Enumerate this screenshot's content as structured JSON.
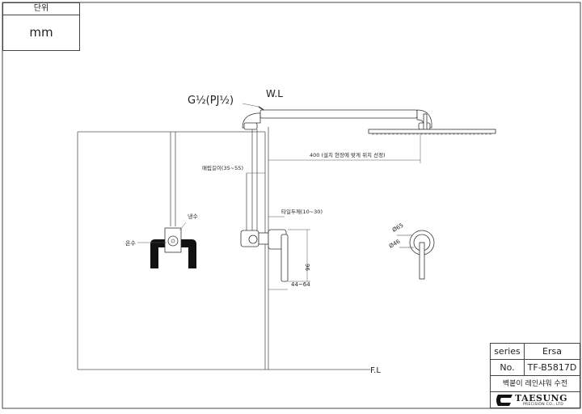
{
  "unit": {
    "label": "단위",
    "value": "mm"
  },
  "labels": {
    "inlet_thread": "G½(PJ½)",
    "water_line": "W.L",
    "floor_line": "F.L",
    "cold": "냉수",
    "hot": "온수",
    "burial_depth": "매립길이(35~55)",
    "tile_thickness": "타일두께(10~30)",
    "head_distance": "400 (설치 현장에 맞게 위치 선정)",
    "dim_96": "96",
    "dim_44_64": "44~64",
    "dia_65": "Ø65",
    "dia_46": "Ø46"
  },
  "title_block": {
    "series_label": "series",
    "series_value": "Ersa",
    "no_label": "No.",
    "no_value": "TF-B5817D",
    "description": "벽붙이 레인샤워 수전",
    "brand": "TAESUNG",
    "brand_sub": "PRECISION CO., LTD"
  }
}
